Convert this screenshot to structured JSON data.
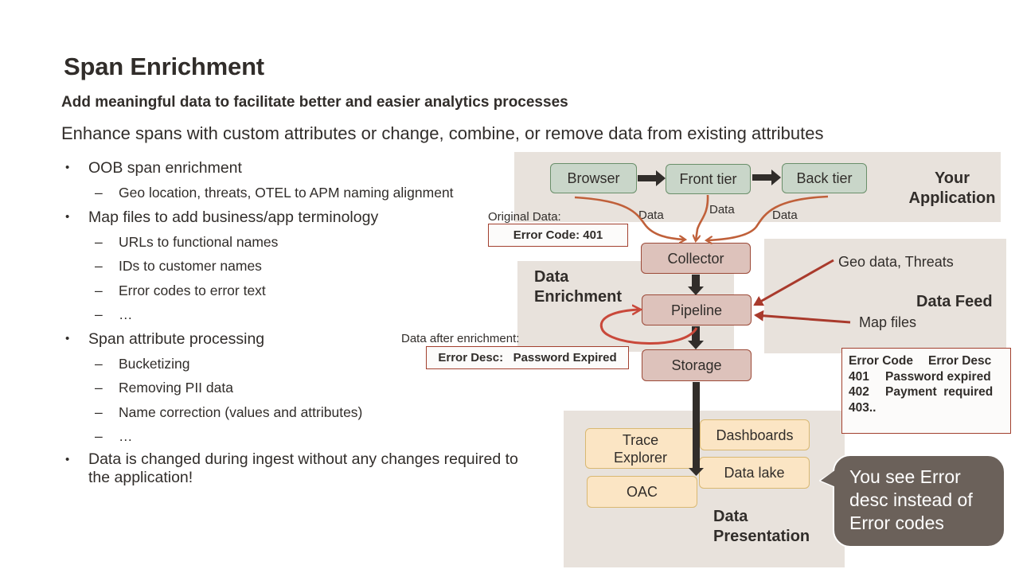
{
  "slide": {
    "title": "Span Enrichment",
    "subtitle": "Add meaningful data to facilitate better and easier analytics processes",
    "lead": "Enhance spans with custom attributes or change, combine, or remove data from existing attributes"
  },
  "bullets": [
    {
      "text": "OOB span enrichment",
      "children": [
        "Geo location, threats, OTEL to APM naming alignment"
      ]
    },
    {
      "text": "Map files to add business/app  terminology",
      "children": [
        "URLs to functional names",
        "IDs to customer names",
        "Error codes to error text",
        "…"
      ]
    },
    {
      "text": "Span attribute processing",
      "children": [
        "Bucketizing",
        "Removing PII data",
        "Name correction (values and attributes)",
        "…"
      ]
    },
    {
      "text": "Data is changed during ingest without any changes required to the application!",
      "children": []
    }
  ],
  "diagram": {
    "colors": {
      "panel": "#e8e2dc",
      "app_node": "#c9d6c9",
      "pipeline_node": "#ddc2bb",
      "presentation_node": "#fbe5c4",
      "arrow_dark": "#312d2a",
      "arrow_orange": "#c0603a",
      "arrow_red": "#a93a2c",
      "bubble": "#6b615a"
    },
    "your_application": {
      "label_line1": "Your",
      "label_line2": "Application",
      "nodes": [
        "Browser",
        "Front tier",
        "Back tier"
      ],
      "flow_label": "Data"
    },
    "original_data": {
      "caption": "Original Data:",
      "value": "Error Code: 401"
    },
    "pipeline_nodes": [
      "Collector",
      "Pipeline",
      "Storage"
    ],
    "data_enrichment": {
      "label_line1": "Data",
      "label_line2": "Enrichment"
    },
    "after_enrichment": {
      "caption": "Data after enrichment:",
      "value": "Error Desc:   Password Expired"
    },
    "data_feed": {
      "label": "Data Feed",
      "inputs": [
        "Geo data, Threats",
        "Map files"
      ]
    },
    "mapping_table": {
      "header": [
        "Error Code",
        "Error Desc"
      ],
      "rows": [
        [
          "401",
          "Password expired"
        ],
        [
          "402",
          "Payment  required"
        ],
        [
          "403..",
          ""
        ]
      ]
    },
    "data_presentation": {
      "label_line1": "Data",
      "label_line2": "Presentation",
      "nodes": [
        "Trace Explorer",
        "Dashboards",
        "Data lake",
        "OAC"
      ]
    },
    "callout": "You see Error desc instead of Error codes"
  }
}
